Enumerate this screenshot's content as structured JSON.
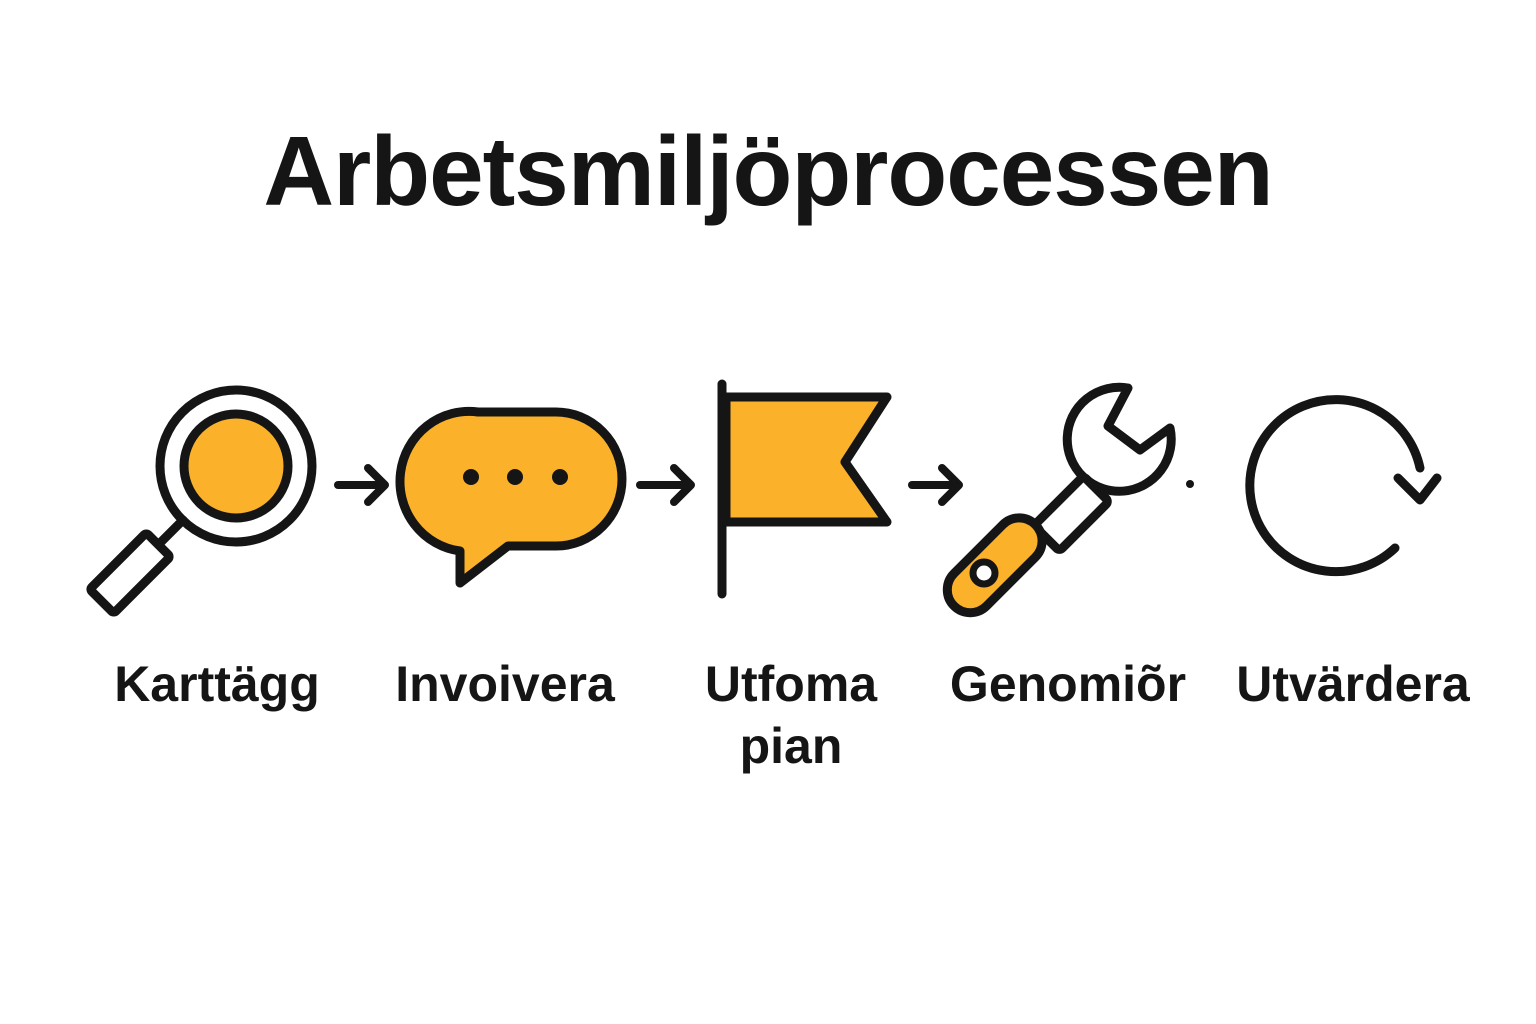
{
  "title": "Arbetsmiljöprocessen",
  "colors": {
    "accent": "#FBB12A",
    "stroke": "#151515",
    "background": "#FFFFFF"
  },
  "steps": [
    {
      "icon": "magnifying-glass-icon",
      "label_lines": [
        "Karttägg"
      ]
    },
    {
      "icon": "speech-bubble-icon",
      "label_lines": [
        "Invoivera"
      ]
    },
    {
      "icon": "flag-icon",
      "label_lines": [
        "Utfoma",
        "pian"
      ]
    },
    {
      "icon": "wrench-icon",
      "label_lines": [
        "Genomiõr"
      ]
    },
    {
      "icon": "cycle-arrow-icon",
      "label_lines": [
        "Utvärdera"
      ]
    }
  ],
  "connectors": [
    {
      "from": 0,
      "to": 1,
      "kind": "arrow"
    },
    {
      "from": 1,
      "to": 2,
      "kind": "arrow"
    },
    {
      "from": 2,
      "to": 3,
      "kind": "arrow"
    },
    {
      "from": 3,
      "to": 4,
      "kind": "dot"
    }
  ]
}
